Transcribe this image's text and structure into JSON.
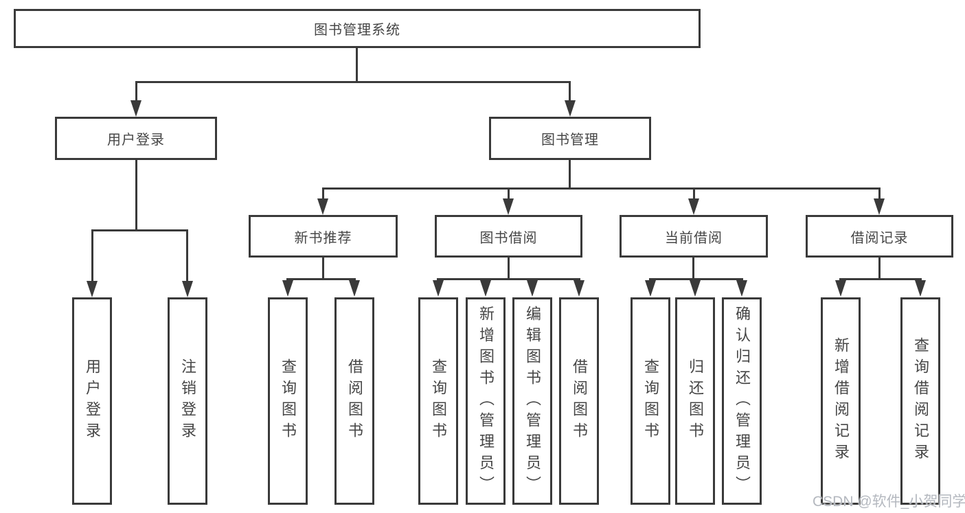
{
  "tree": {
    "label": "图书管理系统",
    "children": [
      {
        "label": "用户登录",
        "children": [
          {
            "label": "用户登录"
          },
          {
            "label": "注销登录"
          }
        ]
      },
      {
        "label": "图书管理",
        "children": [
          {
            "label": "新书推荐",
            "children": [
              {
                "label": "查询图书"
              },
              {
                "label": "借阅图书"
              }
            ]
          },
          {
            "label": "图书借阅",
            "children": [
              {
                "label": "查询图书"
              },
              {
                "label": "新增图书（管理员）"
              },
              {
                "label": "编辑图书（管理员）"
              },
              {
                "label": "借阅图书"
              }
            ]
          },
          {
            "label": "当前借阅",
            "children": [
              {
                "label": "查询图书"
              },
              {
                "label": "归还图书"
              },
              {
                "label": "确认归还（管理员）"
              }
            ]
          },
          {
            "label": "借阅记录",
            "children": [
              {
                "label": "新增借阅记录"
              },
              {
                "label": "查询借阅记录"
              }
            ]
          }
        ]
      }
    ]
  },
  "watermark": {
    "text": "CSDN @软件_小贺同学"
  },
  "colors": {
    "line": "#3a3a3a",
    "box_border": "#3a3a3a",
    "text": "#464646",
    "background": "#ffffff",
    "watermark": "#b4b8bf"
  }
}
